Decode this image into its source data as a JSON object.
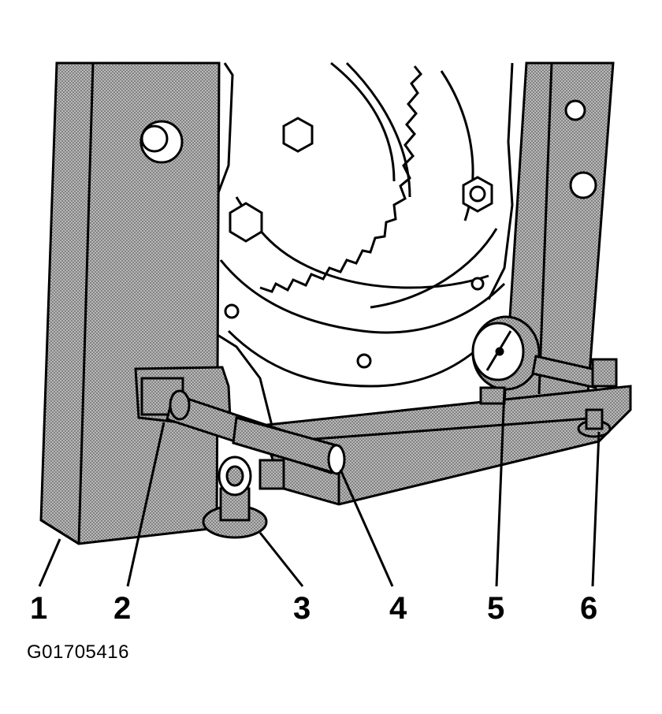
{
  "figure": {
    "id_label": "G01705416",
    "callouts": [
      "1",
      "2",
      "3",
      "4",
      "5",
      "6"
    ]
  },
  "colors": {
    "ink": "#000000",
    "paper": "#ffffff",
    "stipple": "#8a8a8a"
  }
}
